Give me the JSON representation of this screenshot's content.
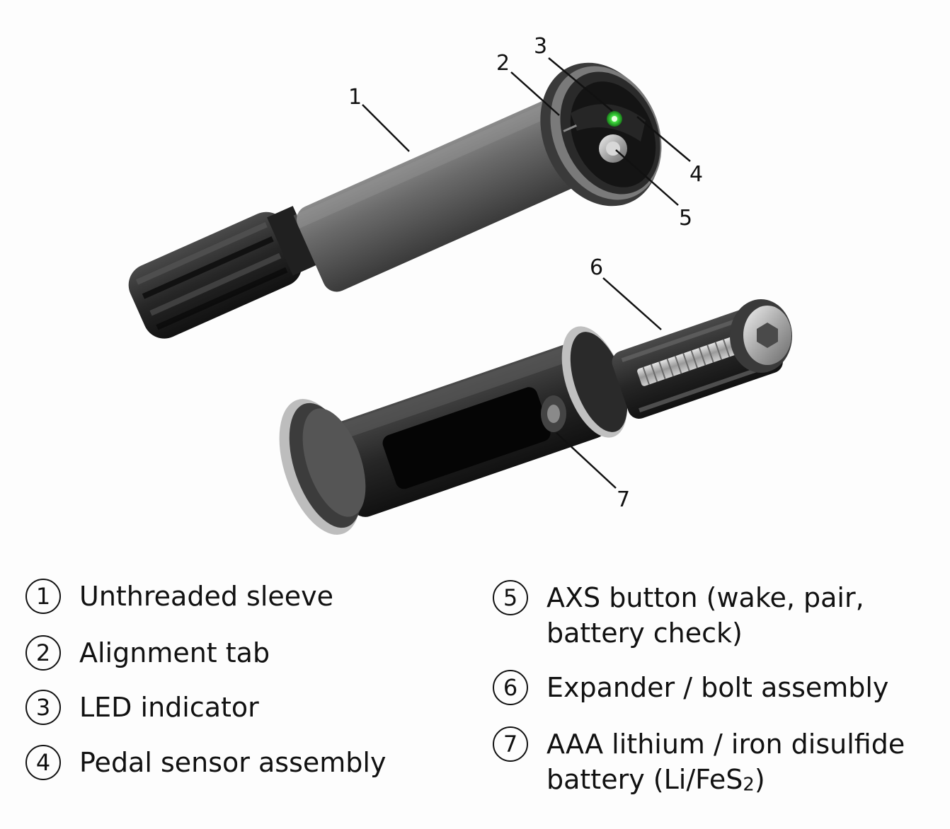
{
  "callouts": [
    {
      "number": "1",
      "label": "Unthreaded sleeve"
    },
    {
      "number": "2",
      "label": "Alignment tab"
    },
    {
      "number": "3",
      "label": "LED indicator"
    },
    {
      "number": "4",
      "label": "Pedal sensor assembly"
    },
    {
      "number": "5",
      "label": "AXS button (wake, pair,",
      "label_line2": "battery check)"
    },
    {
      "number": "6",
      "label": "Expander / bolt assembly"
    },
    {
      "number": "7",
      "label": "AAA lithium / iron disulfide",
      "label_line2_prefix": "battery (Li/FeS",
      "label_line2_sub": "2",
      "label_line2_suffix": ")"
    }
  ],
  "colors": {
    "led_green": "#3bd43b",
    "body_gray": "#5a5a5a",
    "dark": "#1c1c1c",
    "metal": "#c8c8c8"
  }
}
